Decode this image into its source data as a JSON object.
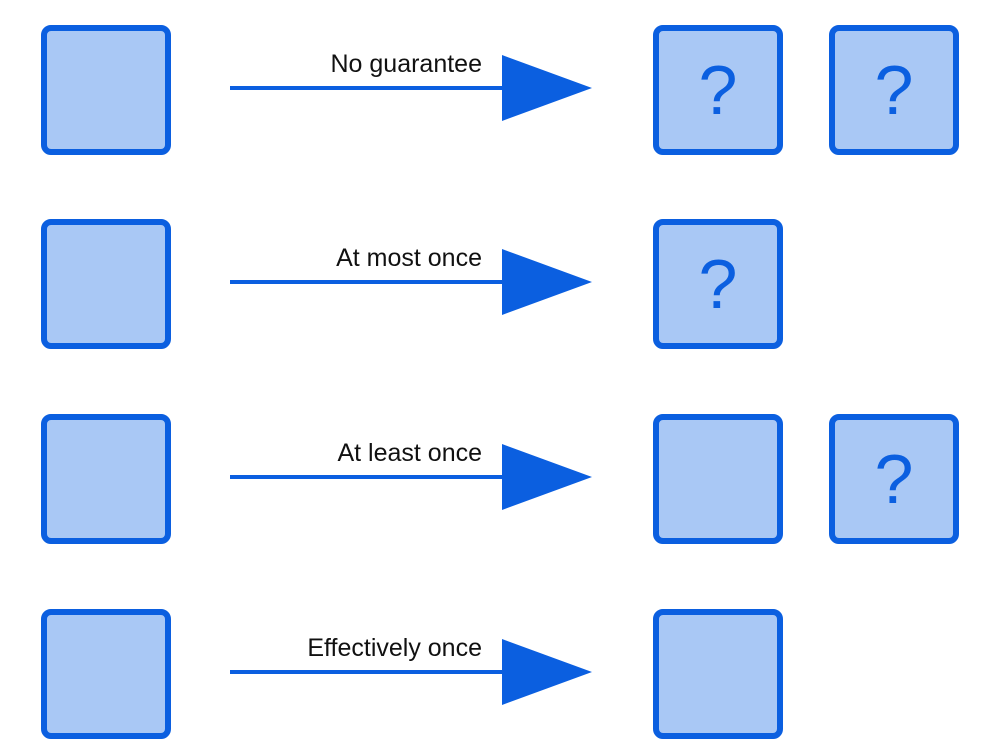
{
  "colors": {
    "box_fill": "#a9c8f5",
    "box_border": "#0b5fe0",
    "arrow": "#0b5fe0",
    "label_text": "#111111"
  },
  "icons": {
    "unknown_outcome": "question-mark-icon",
    "arrow": "arrow-right-icon"
  },
  "rows": [
    {
      "label": "No guarantee",
      "outcomes": [
        "?",
        "?"
      ]
    },
    {
      "label": "At most once",
      "outcomes": [
        "?"
      ]
    },
    {
      "label": "At least once",
      "outcomes": [
        "",
        "?"
      ]
    },
    {
      "label": "Effectively once",
      "outcomes": [
        ""
      ]
    }
  ]
}
